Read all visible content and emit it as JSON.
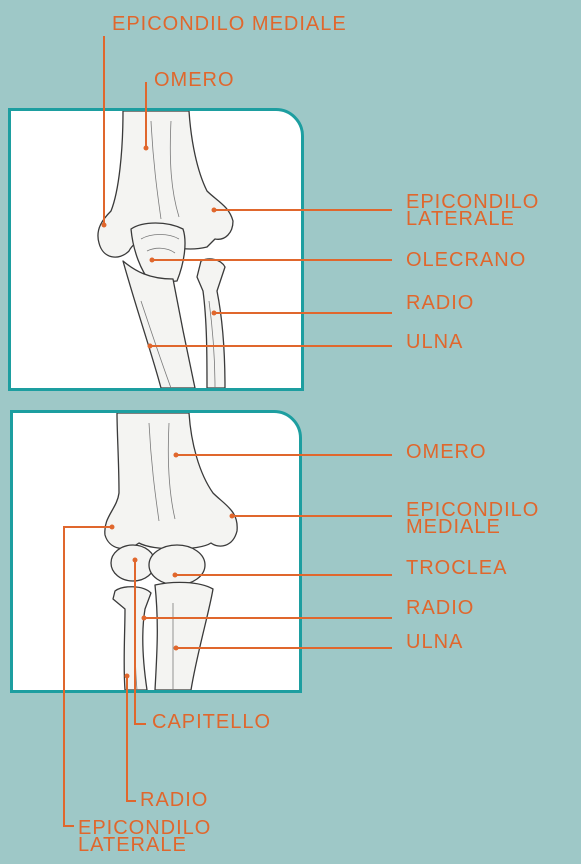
{
  "colors": {
    "background": "#9ec8c7",
    "panel_border": "#1d9ea0",
    "panel_fill": "#ffffff",
    "label": "#e0672d",
    "bone_outline": "#3a3a3a"
  },
  "labels": {
    "top_epicondilo_mediale": "EPICONDILO MEDIALE",
    "top_omero": "OMERO",
    "top_epicondilo_laterale": "EPICONDILO LATERALE",
    "top_olecrano": "OLECRANO",
    "top_radio": "RADIO",
    "top_ulna": "ULNA",
    "bottom_omero": "OMERO",
    "bottom_epicondilo_mediale": "EPICONDILO MEDIALE",
    "bottom_troclea": "TROCLEA",
    "bottom_radio": "RADIO",
    "bottom_ulna": "ULNA",
    "bottom_capitello": "CAPITELLO",
    "bottom_radio_low": "RADIO",
    "bottom_epicondilo_laterale": "EPICONDILO LATERALE"
  }
}
